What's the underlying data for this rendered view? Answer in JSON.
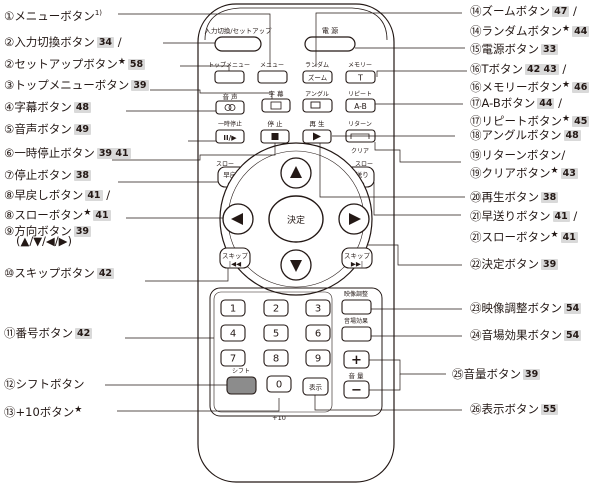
{
  "labels_left": [
    {
      "n": "①",
      "t": "メニューボタン",
      "sup": "1)",
      "ref": "",
      "star": false,
      "suffix": ""
    },
    {
      "n": "②",
      "t": "入力切換ボタン",
      "sup": "",
      "ref": "34",
      "star": false,
      "suffix": "/"
    },
    {
      "n": "②",
      "t": "セットアップボタン",
      "sup": "",
      "ref": "58",
      "star": true,
      "suffix": ""
    },
    {
      "n": "③",
      "t": "トップメニューボタン",
      "sup": "",
      "ref": "39",
      "star": false,
      "suffix": ""
    },
    {
      "n": "④",
      "t": "字幕ボタン",
      "sup": "",
      "ref": "48",
      "star": false,
      "suffix": ""
    },
    {
      "n": "⑤",
      "t": "音声ボタン",
      "sup": "",
      "ref": "49",
      "star": false,
      "suffix": ""
    },
    {
      "n": "⑥",
      "t": "一時停止ボタン",
      "sup": "",
      "ref": "39 41",
      "star": false,
      "suffix": ""
    },
    {
      "n": "⑦",
      "t": "停止ボタン",
      "sup": "",
      "ref": "38",
      "star": false,
      "suffix": ""
    },
    {
      "n": "⑧",
      "t": "早戻しボタン",
      "sup": "",
      "ref": "41",
      "star": false,
      "suffix": "/"
    },
    {
      "n": "⑧",
      "t": "スローボタン",
      "sup": "",
      "ref": "41",
      "star": true,
      "suffix": ""
    },
    {
      "n": "⑨",
      "t": "方向ボタン",
      "sup": "",
      "ref": "39",
      "star": false,
      "suffix": ""
    },
    {
      "n": "",
      "t": "(▲/▼/◀/▶)",
      "sup": "",
      "ref": "",
      "star": false,
      "suffix": ""
    },
    {
      "n": "⑩",
      "t": "スキップボタン",
      "sup": "",
      "ref": "42",
      "star": false,
      "suffix": ""
    },
    {
      "n": "⑪",
      "t": "番号ボタン",
      "sup": "",
      "ref": "42",
      "star": false,
      "suffix": ""
    },
    {
      "n": "⑫",
      "t": "シフトボタン",
      "sup": "",
      "ref": "",
      "star": false,
      "suffix": ""
    },
    {
      "n": "⑬",
      "t": "+10ボタン",
      "sup": "",
      "ref": "",
      "star": true,
      "suffix": ""
    }
  ],
  "labels_right": [
    {
      "n": "⑭",
      "t": "ズームボタン",
      "sup": "",
      "ref": "47",
      "star": false,
      "suffix": "/"
    },
    {
      "n": "⑭",
      "t": "ランダムボタン",
      "sup": "",
      "ref": "44",
      "star": true,
      "suffix": ""
    },
    {
      "n": "⑮",
      "t": "電源ボタン",
      "sup": "",
      "ref": "33",
      "star": false,
      "suffix": ""
    },
    {
      "n": "⑯",
      "t": "Tボタン",
      "sup": "",
      "ref": "42 43",
      "star": false,
      "suffix": "/"
    },
    {
      "n": "⑯",
      "t": "メモリーボタン",
      "sup": "",
      "ref": "46",
      "star": true,
      "suffix": ""
    },
    {
      "n": "⑰",
      "t": "A-Bボタン",
      "sup": "",
      "ref": "44",
      "star": false,
      "suffix": "/"
    },
    {
      "n": "⑰",
      "t": "リピートボタン",
      "sup": "",
      "ref": "45",
      "star": true,
      "suffix": ""
    },
    {
      "n": "⑱",
      "t": "アングルボタン",
      "sup": "",
      "ref": "48",
      "star": false,
      "suffix": ""
    },
    {
      "n": "⑲",
      "t": "リターンボタン/",
      "sup": "",
      "ref": "",
      "star": false,
      "suffix": ""
    },
    {
      "n": "⑲",
      "t": "クリアボタン",
      "sup": "",
      "ref": "43",
      "star": true,
      "suffix": ""
    },
    {
      "n": "⑳",
      "t": "再生ボタン",
      "sup": "",
      "ref": "38",
      "star": false,
      "suffix": ""
    },
    {
      "n": "㉑",
      "t": "早送りボタン",
      "sup": "",
      "ref": "41",
      "star": false,
      "suffix": "/"
    },
    {
      "n": "㉑",
      "t": "スローボタン",
      "sup": "",
      "ref": "41",
      "star": true,
      "suffix": ""
    },
    {
      "n": "㉒",
      "t": "決定ボタン",
      "sup": "",
      "ref": "39",
      "star": false,
      "suffix": ""
    },
    {
      "n": "㉓",
      "t": "映像調整ボタン",
      "sup": "",
      "ref": "54",
      "star": false,
      "suffix": ""
    },
    {
      "n": "㉔",
      "t": "音場効果ボタン",
      "sup": "",
      "ref": "54",
      "star": false,
      "suffix": ""
    },
    {
      "n": "㉕",
      "t": "音量ボタン",
      "sup": "",
      "ref": "39",
      "star": false,
      "suffix": ""
    },
    {
      "n": "㉖",
      "t": "表示ボタン",
      "sup": "",
      "ref": "55",
      "star": false,
      "suffix": ""
    }
  ],
  "remote": {
    "input_setup": "入力切換/セットアップ",
    "power": "電 源",
    "top_menu": "トップメニュー",
    "menu": "メニュー",
    "random": "ランダム",
    "zoom": "ズーム",
    "memory": "メモリー",
    "t": "T",
    "subtitle": "字 幕",
    "audio": "音 声",
    "angle": "アングル",
    "repeat": "リピート",
    "ab": "A-B",
    "pause": "一時停止",
    "stop": "停 止",
    "play": "再 生",
    "return": "リターン",
    "clear": "クリア",
    "slow": "スロー",
    "rew": "早戻し",
    "ff": "早送り",
    "enter": "決定",
    "skip": "スキップ",
    "picture": "映像調整",
    "sound_field": "音場効果",
    "volume": "音 量",
    "shift": "シフト",
    "plus10": "+10",
    "display": "表示",
    "plus": "+",
    "minus": "−",
    "numbers": [
      "1",
      "2",
      "3",
      "4",
      "5",
      "6",
      "7",
      "8",
      "9",
      "0"
    ]
  }
}
